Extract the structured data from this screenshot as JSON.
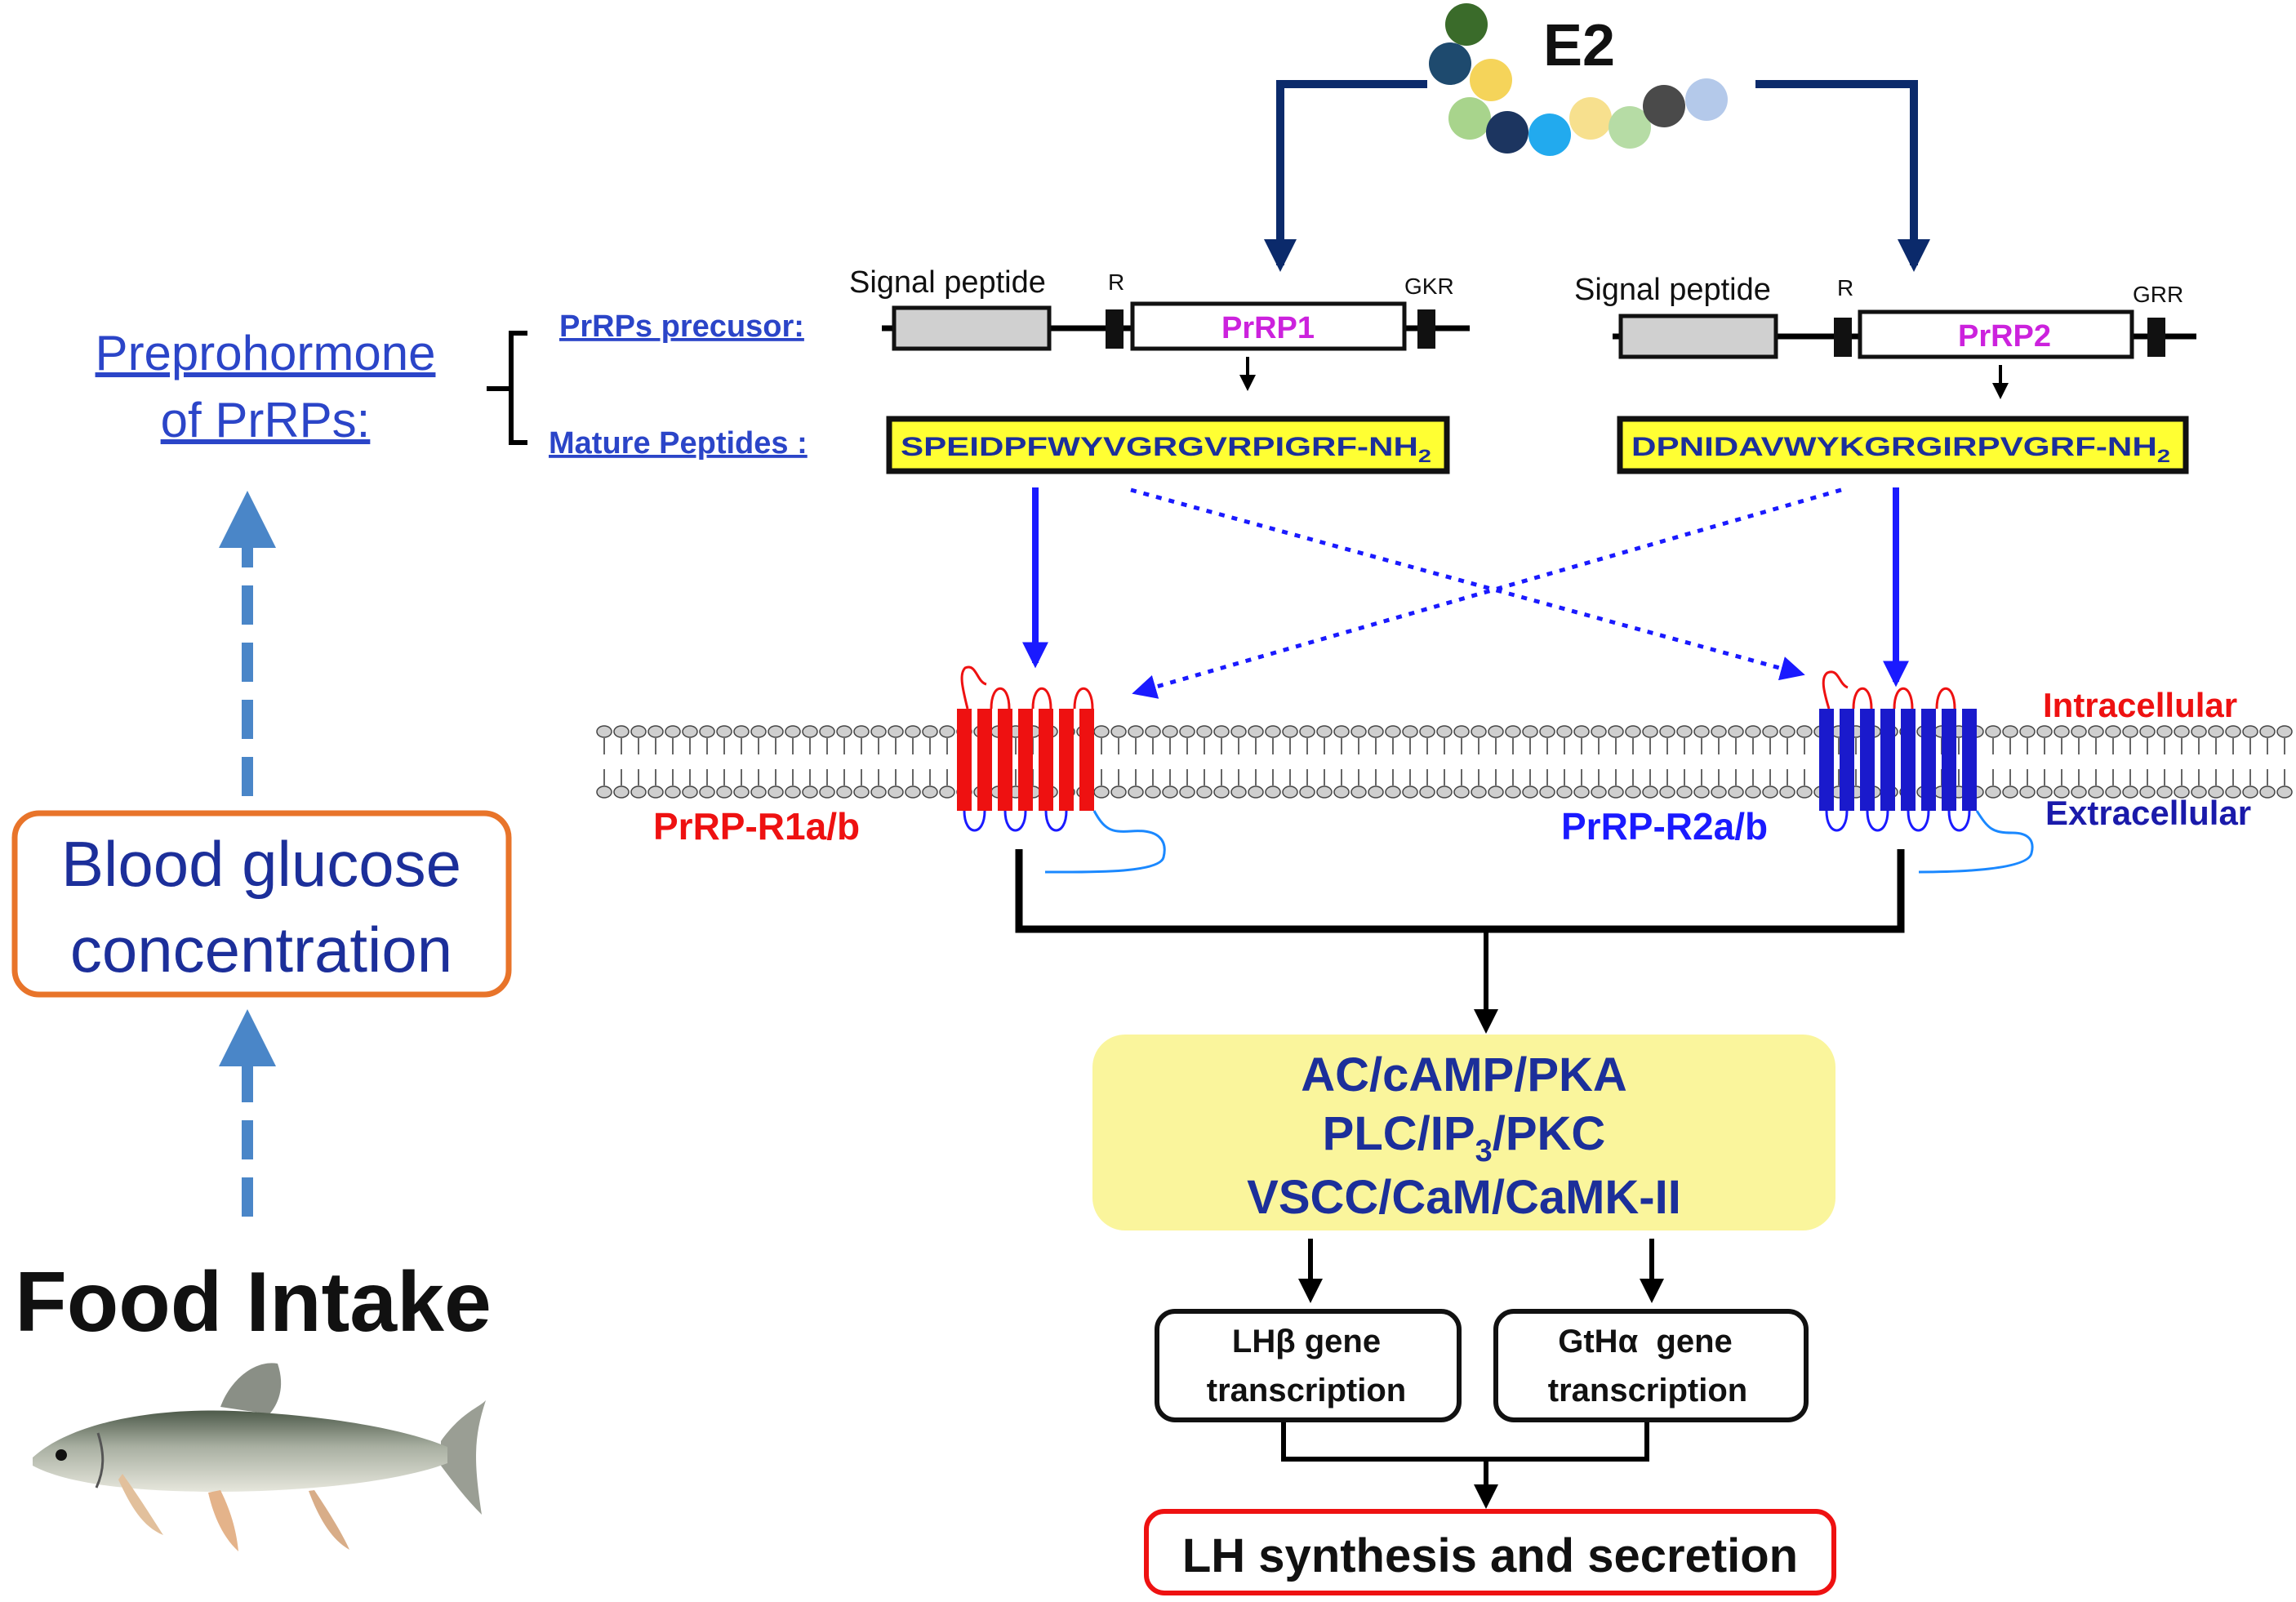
{
  "e2_label": "E2",
  "left_panel": {
    "preprohormone_line1": "Preprohormone",
    "preprohormone_line2": "of PrRPs:",
    "blood_glucose_line1": "Blood glucose",
    "blood_glucose_line2": "concentration",
    "food_intake": "Food Intake"
  },
  "precursor_label": "PrRPs precusor:",
  "mature_label": "Mature Peptides :",
  "prrp1": {
    "signal_peptide": "Signal peptide",
    "r_site": "R",
    "end_site": "GKR",
    "name": "PrRP1",
    "sequence": "SPEIDPFWYVGRGVRPIGRF-NH",
    "subscript": "2"
  },
  "prrp2": {
    "signal_peptide": "Signal peptide",
    "r_site": "R",
    "end_site": "GRR",
    "name": "PrRP2",
    "sequence": "DPNIDAVWYKGRGIRPVGRF-NH",
    "subscript": "2"
  },
  "receptor1_label": "PrRP-R1a/b",
  "receptor2_label": "PrRP-R2a/b",
  "intracellular_label": "Intracellular",
  "extracellular_label": "Extracellular",
  "pathways": {
    "line1": "AC/cAMP/PKA",
    "line2_pre": "PLC/IP",
    "line2_sub": "3",
    "line2_post": "/PKC",
    "line3": "VSCC/CaM/CaMK-II"
  },
  "lhb_box": {
    "line1": "LHβ gene",
    "line2": "transcription"
  },
  "gtha_box": {
    "line1": "GtHα  gene",
    "line2": "transcription"
  },
  "lh_label": "LH synthesis and secretion",
  "colors": {
    "navy": "#0b2a6b",
    "blue": "#1a1aff",
    "red": "#ee1111",
    "magenta": "#cc22dd",
    "orange": "#e8742a",
    "yellow_box": "#faf59c",
    "sequence_fill": "#ffff33",
    "dashed_arrow": "#4a86c8"
  }
}
